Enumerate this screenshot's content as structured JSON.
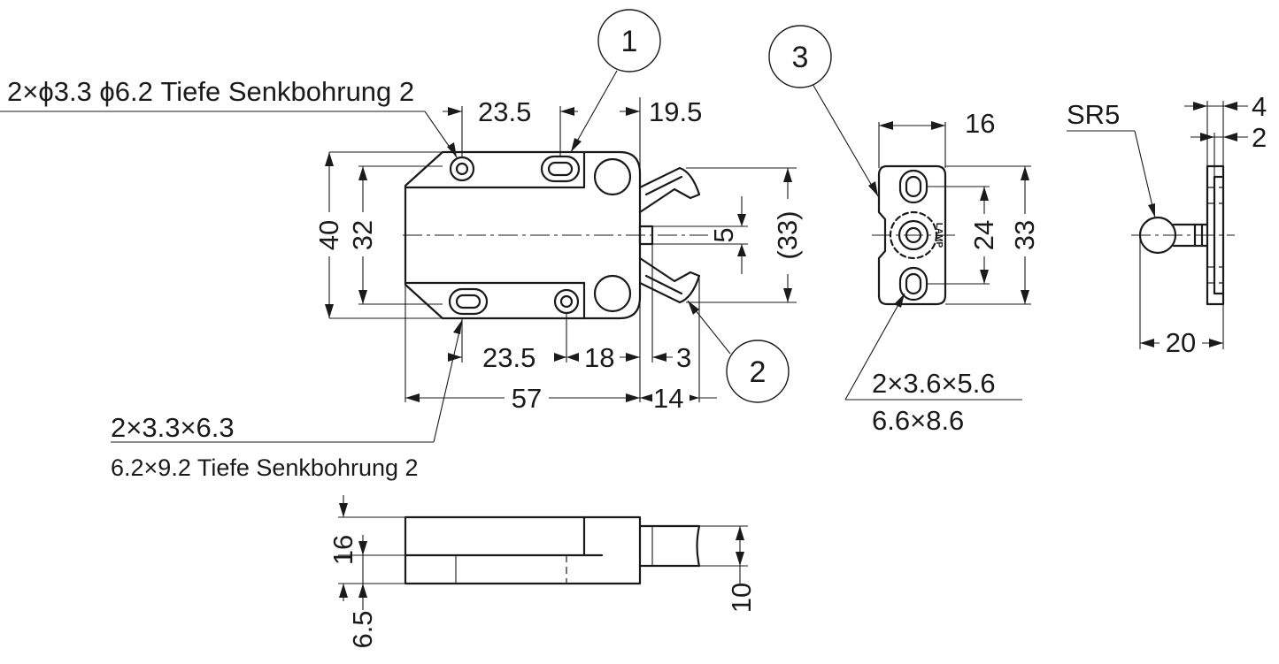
{
  "callouts": {
    "c1": "1",
    "c2": "2",
    "c3": "3"
  },
  "notes": {
    "top_left_hole": "2×ϕ3.3 ϕ6.2 Tiefe Senkbohrung 2",
    "bottom_slot_line1": "2×3.3×6.3",
    "bottom_slot_line2": "6.2×9.2 Tiefe Senkbohrung 2",
    "strike_slot_line1": "2×3.6×5.6",
    "strike_slot_line2": "6.6×8.6",
    "sphere_radius": "SR5"
  },
  "dims": {
    "front_top_23_5": "23.5",
    "front_top_19_5": "19.5",
    "front_height_40": "40",
    "front_height_32": "32",
    "front_pin_5": "5",
    "front_height_33": "(33)",
    "front_bottom_23_5": "23.5",
    "front_bottom_18": "18",
    "front_bottom_3": "3",
    "front_length_57": "57",
    "front_length_14": "14",
    "strike_width_16": "16",
    "strike_height_24": "24",
    "strike_height_33": "33",
    "side_4": "4",
    "side_2": "2",
    "side_20": "20",
    "bottom_16": "16",
    "bottom_6_5": "6.5",
    "bottom_10": "10"
  },
  "strike_brand": "LAMP"
}
